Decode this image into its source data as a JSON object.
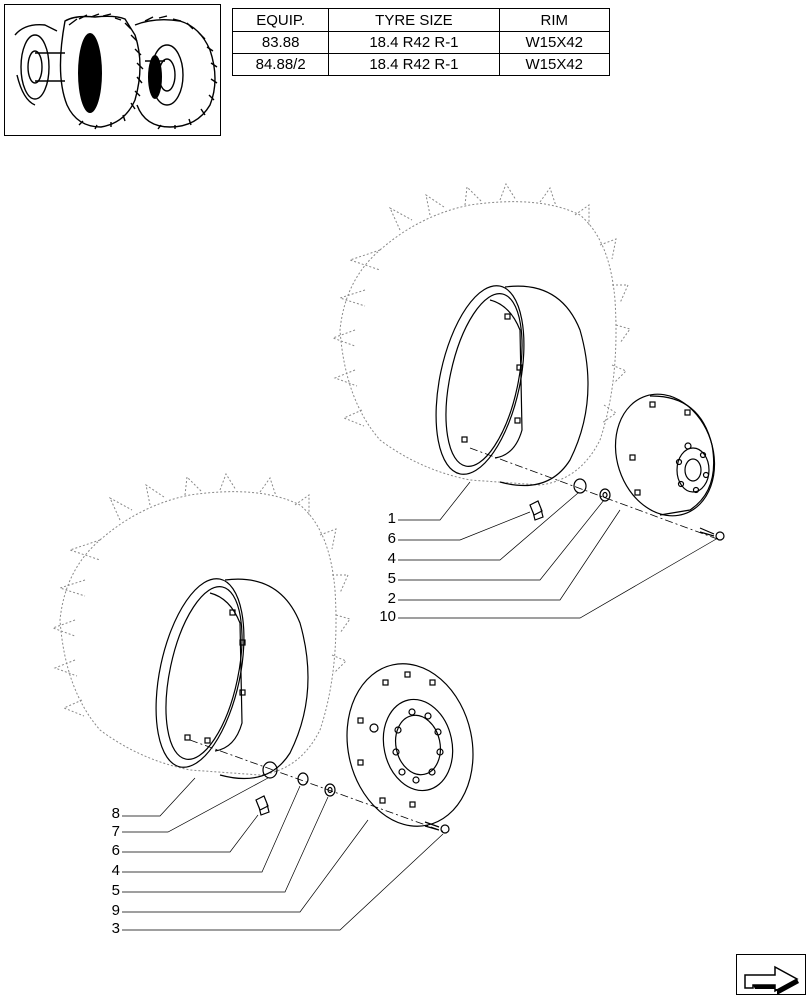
{
  "table": {
    "headers": [
      "EQUIP.",
      "TYRE SIZE",
      "RIM"
    ],
    "rows": [
      [
        "83.88",
        "18.4 R42 R-1",
        "W15X42"
      ],
      [
        "84.88/2",
        "18.4 R42 R-1",
        "W15X42"
      ]
    ]
  },
  "callouts_upper": [
    "1",
    "6",
    "4",
    "5",
    "2",
    "10"
  ],
  "callouts_lower": [
    "8",
    "7",
    "6",
    "4",
    "5",
    "9",
    "3"
  ],
  "icons": {
    "thumbnail": "tractor-dual-wheel-thumbnail-icon",
    "navigation": "next-page-arrow-icon"
  }
}
